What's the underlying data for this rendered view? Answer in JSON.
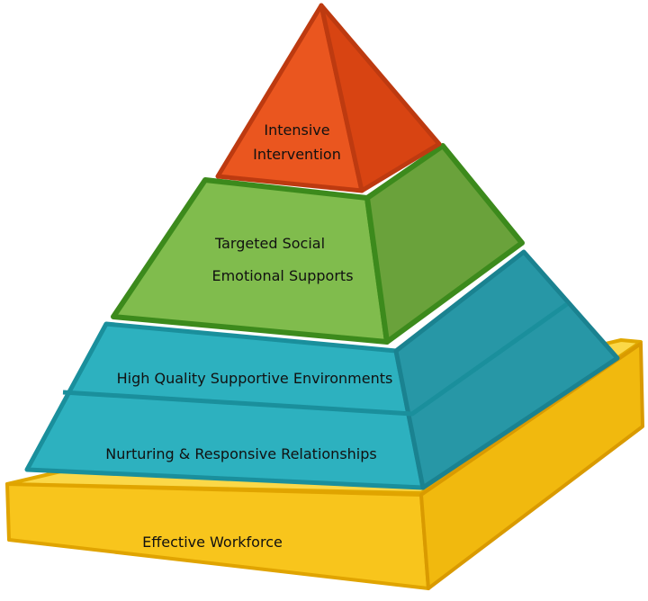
{
  "diagram": {
    "tiers": [
      {
        "lines": [
          "Intensive",
          "Intervention"
        ],
        "color": "#e8541e"
      },
      {
        "lines": [
          "Targeted Social",
          "Emotional Supports"
        ],
        "color": "#7ab648"
      },
      {
        "lines": [
          "High Quality Supportive Environments"
        ],
        "color": "#2aa9b6"
      },
      {
        "lines": [
          "Nurturing & Responsive Relationships"
        ],
        "color": "#2aa9b6"
      }
    ],
    "base": {
      "label": "Effective Workforce",
      "color": "#f5c518"
    }
  }
}
